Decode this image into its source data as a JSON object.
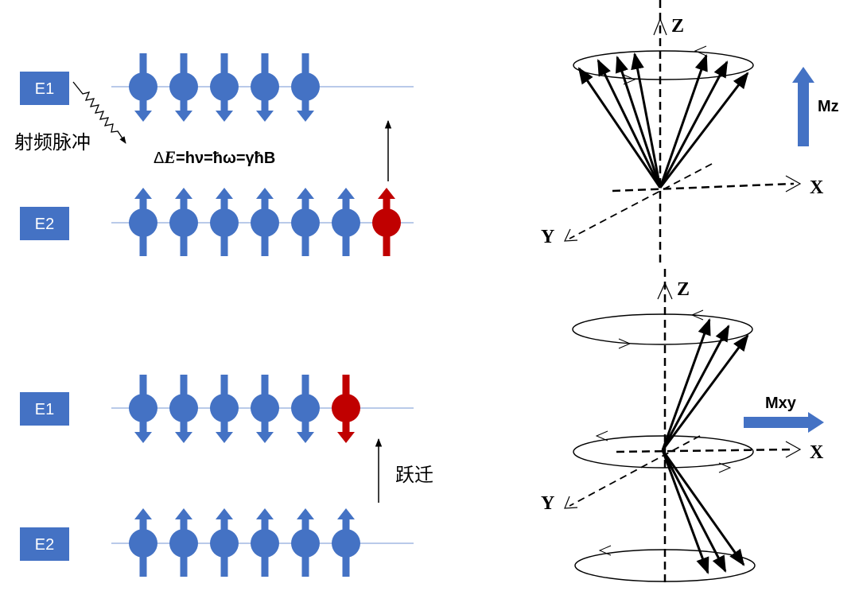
{
  "colors": {
    "spin_blue": "#4472C4",
    "spin_red": "#C00000",
    "level_line": "#8FAADC",
    "label_box": "#4472C4",
    "ink": "#000000"
  },
  "top_panel": {
    "e1_label": "E1",
    "e2_label": "E2",
    "pulse_label": "射频脉冲",
    "energy_delta": "Δ",
    "energy_E": "E",
    "energy_rest": "=hν=ħω=γħB",
    "e1_spins": [
      "down",
      "down",
      "down",
      "down",
      "down"
    ],
    "e2_spins": [
      "up",
      "up",
      "up",
      "up",
      "up",
      "up",
      "up-red"
    ]
  },
  "bottom_panel": {
    "e1_label": "E1",
    "e2_label": "E2",
    "transition_label": "跃迁",
    "e1_spins": [
      "down",
      "down",
      "down",
      "down",
      "down",
      "down-red"
    ],
    "e2_spins": [
      "up",
      "up",
      "up",
      "up",
      "up",
      "up"
    ]
  },
  "cone_top": {
    "z_label": "Z",
    "x_label": "X",
    "y_label": "Y",
    "mag_label": "Mz"
  },
  "cone_bottom": {
    "z_label": "Z",
    "x_label": "X",
    "y_label": "Y",
    "mag_label": "Mxy"
  }
}
